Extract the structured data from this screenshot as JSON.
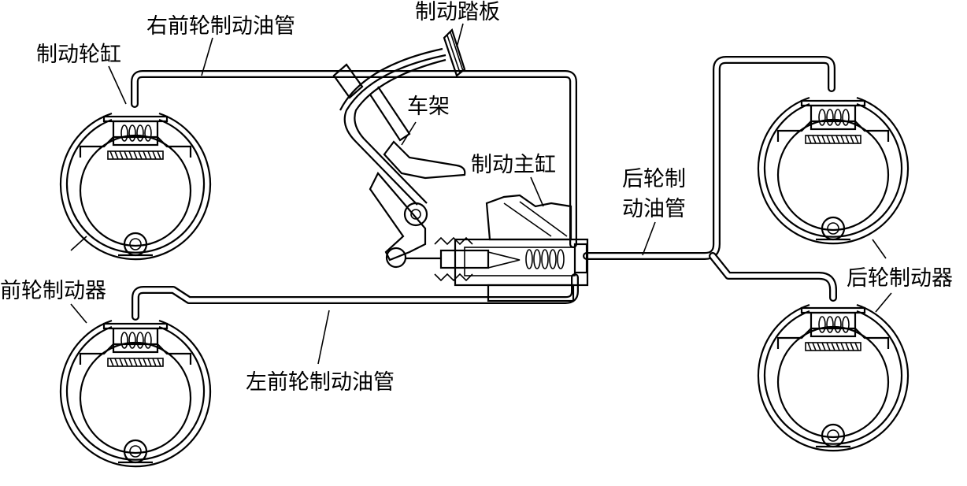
{
  "labels": {
    "brake_pedal": "制动踏板",
    "right_front_line": "右前轮制动油管",
    "wheel_cylinder": "制动轮缸",
    "frame": "车架",
    "master_cylinder": "制动主缸",
    "rear_line_1": "后轮制",
    "rear_line_2": "动油管",
    "front_brake": "前轮制动器",
    "rear_brake": "后轮制动器",
    "left_front_line": "左前轮制动油管"
  }
}
